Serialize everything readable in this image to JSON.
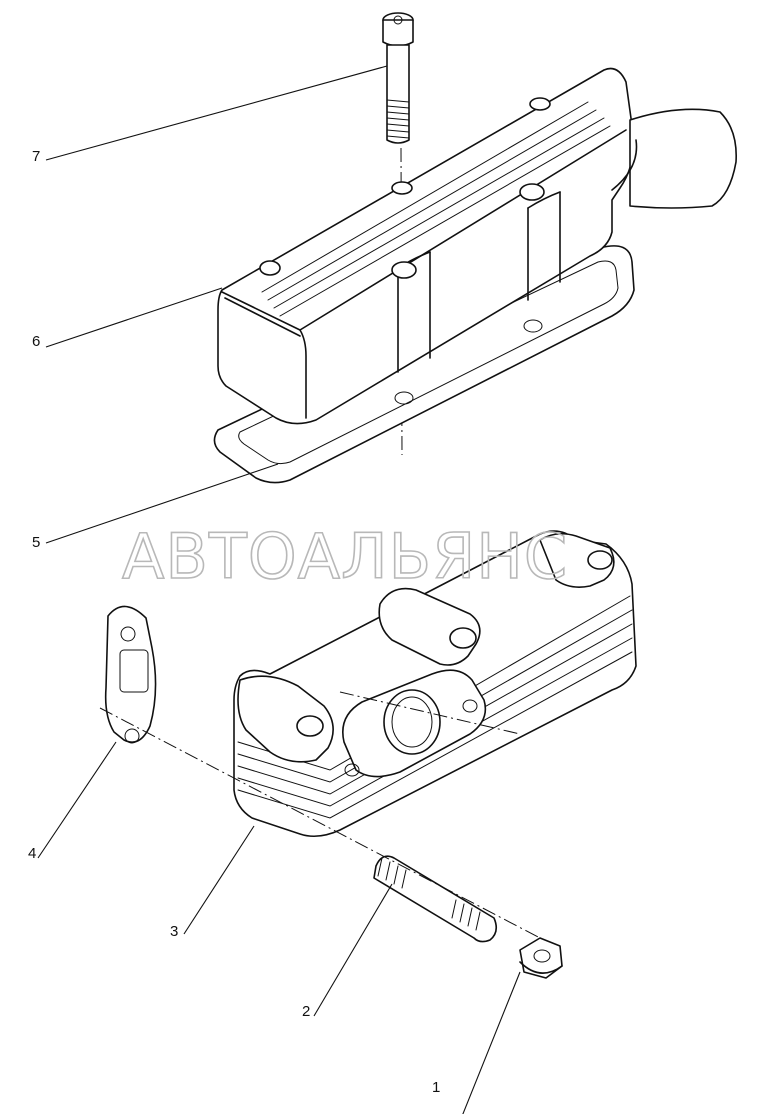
{
  "watermark": "АВТОАЛЬЯНС",
  "callouts": [
    "1",
    "2",
    "3",
    "4",
    "5",
    "6",
    "7"
  ]
}
